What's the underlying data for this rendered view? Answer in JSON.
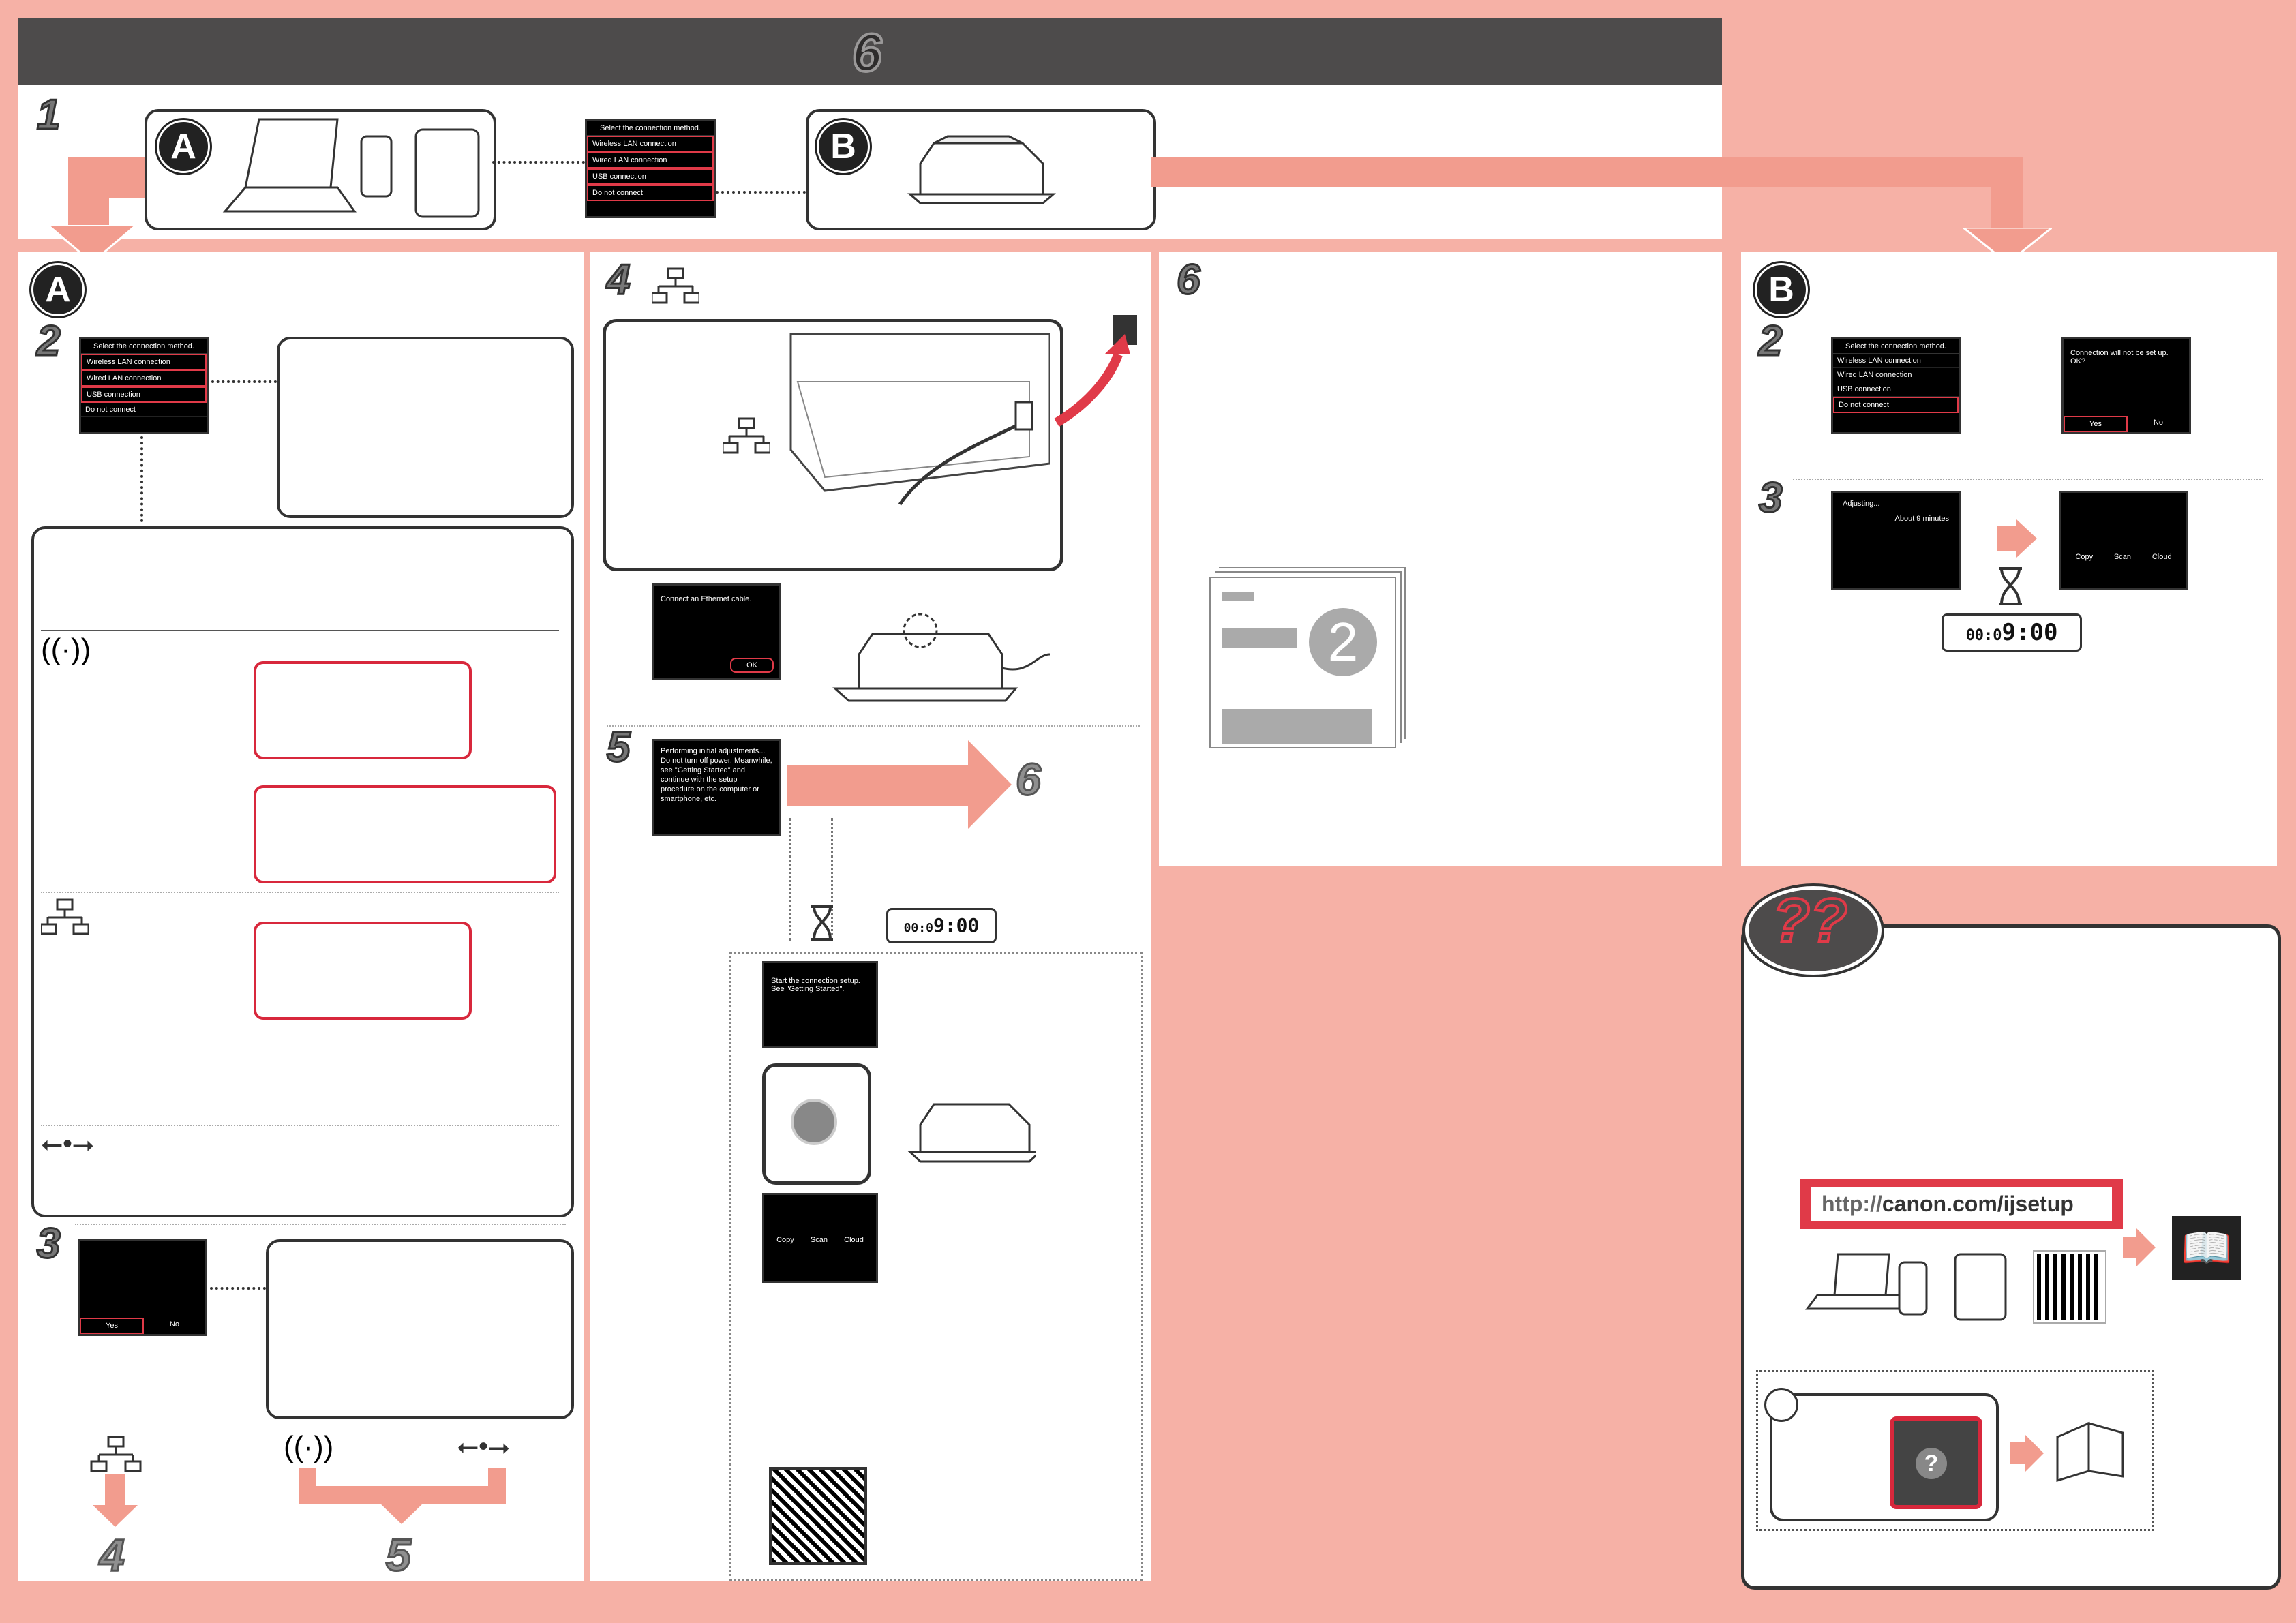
{
  "header": {
    "step": "6"
  },
  "steps": {
    "s1": "1",
    "s2": "2",
    "s3": "3",
    "s4": "4",
    "s5": "5",
    "s6": "6"
  },
  "labels": {
    "a": "A",
    "b": "B"
  },
  "connection_menu": {
    "title": "Select the connection method.",
    "options": [
      "Wireless LAN connection",
      "Wired LAN connection",
      "USB connection",
      "Do not connect"
    ]
  },
  "confirm_dialog": {
    "message": "Connection will not be set up. OK?",
    "yes": "Yes",
    "no": "No"
  },
  "yes_no": {
    "yes": "Yes",
    "no": "No"
  },
  "ethernet_screen": {
    "message": "Connect an Ethernet cable.",
    "ok": "OK"
  },
  "adjust_screen": {
    "message": "Performing initial adjustments... Do not turn off power. Meanwhile, see \"Getting Started\" and continue with the setup procedure on the computer or smartphone, etc."
  },
  "start_screen": {
    "message": "Start the connection setup. See \"Getting Started\"."
  },
  "home_screen": {
    "copy": "Copy",
    "scan": "Scan",
    "cloud": "Cloud"
  },
  "adjusting_screen": {
    "title": "Adjusting...",
    "time": "About 9 minutes"
  },
  "timer": {
    "prefix": "00:0",
    "value": "9:00"
  },
  "booklet": {
    "number": "2"
  },
  "help": {
    "url_prefix": "http://",
    "url_main": "canon.com/ijsetup"
  },
  "colors": {
    "accent": "#e03a48",
    "bg": "#f6b1a6",
    "header": "#4d4b4b",
    "arrow": "#f29c8e"
  }
}
